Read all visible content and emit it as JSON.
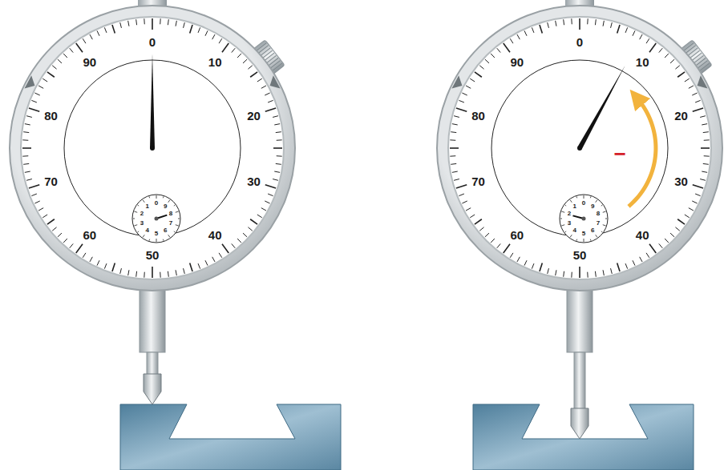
{
  "diagram": {
    "labels": [
      "0",
      "10",
      "20",
      "30",
      "40",
      "50",
      "60",
      "70",
      "80",
      "90",
      "0",
      "1",
      "2",
      "3",
      "4",
      "5",
      "6",
      "7",
      "8",
      "9",
      "0",
      "10",
      "20",
      "30",
      "40",
      "50",
      "60",
      "70",
      "80",
      "90",
      "0",
      "1",
      "2",
      "3",
      "4",
      "5",
      "6",
      "7",
      "8",
      "9",
      "−"
    ]
  }
}
